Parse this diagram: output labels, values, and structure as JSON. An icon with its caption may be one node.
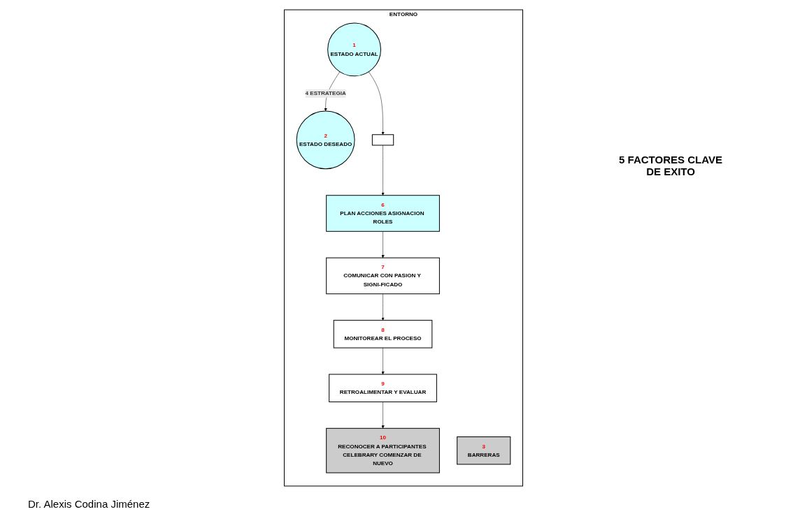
{
  "diagram": {
    "nodes": [
      {
        "text": [
          "ENTORNO"
        ]
      },
      {
        "text": [
          "1",
          "ESTADO ACTUAL"
        ],
        "in": 0
      },
      {
        "text": [
          "2",
          "ESTADO DESEADO"
        ],
        "in": 0
      },
      {
        "text": [
          "3",
          "BARRERAS"
        ],
        "in": 0
      },
      {
        "text": [],
        "shape": "box",
        "in": 0
      },
      {
        "text": [
          "6",
          "PLAN ACCIONES ASIGNACION ROLES"
        ],
        "in": 0
      },
      {
        "text": [
          "7",
          "COMUNICAR CON PASION Y SIGNI-FICADO"
        ],
        "in": 0
      },
      {
        "text": [
          "8",
          "MONITOREAR EL PROCESO"
        ],
        "in": 0
      },
      {
        "text": [
          "9",
          "RETROALIMENTAR Y EVALUAR"
        ],
        "in": 0
      },
      {
        "text": [
          "10",
          "RECONOCER A PARTICIPANTES CELEBRARY COMENZAR DE NUEVO"
        ],
        "in": 0
      }
    ],
    "edges": [
      {
        "from": 1,
        "to": 2,
        "arrow": "to",
        "label": "4 ESTRATEGIA"
      },
      {
        "from": 1,
        "to": 4,
        "arrow": "to"
      },
      {
        "from": 4,
        "to": 5,
        "arrow": "to"
      },
      {
        "from": 5,
        "to": 6,
        "arrow": "to"
      },
      {
        "from": 6,
        "to": 7,
        "arrow": "to"
      },
      {
        "from": 7,
        "to": 8,
        "arrow": "to"
      },
      {
        "from": 8,
        "to": 9,
        "arrow": "to"
      }
    ],
    "labels": [
      "5 FACTORES CLAVE DE EXITO",
      "Dr. Alexis Codina Jiménez"
    ]
  }
}
